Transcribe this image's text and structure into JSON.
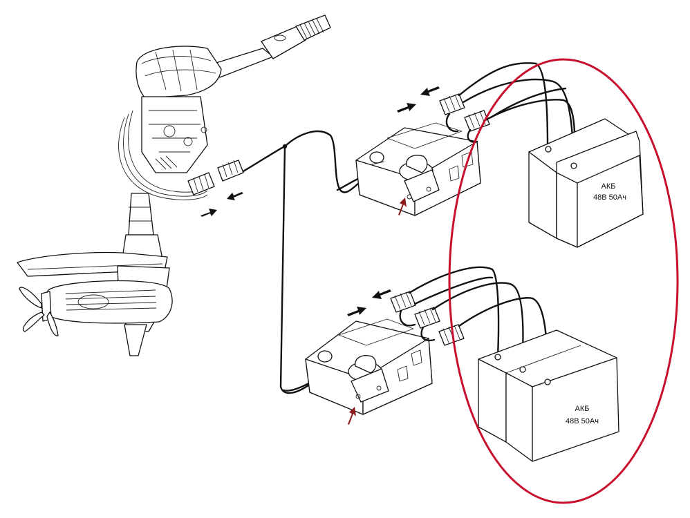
{
  "batteries": {
    "top": {
      "line1": "АКБ",
      "line2": "48В 50Ач"
    },
    "bottom": {
      "line1": "АКБ",
      "line2": "48В 50Ач"
    }
  },
  "highlight": {
    "color": "#c8102e"
  },
  "arrow_color": "#8b1a1a",
  "icons": [
    "outboard-motor-icon",
    "battery-switch-box-icon",
    "connector-plug-icon",
    "direction-arrow-icon"
  ]
}
